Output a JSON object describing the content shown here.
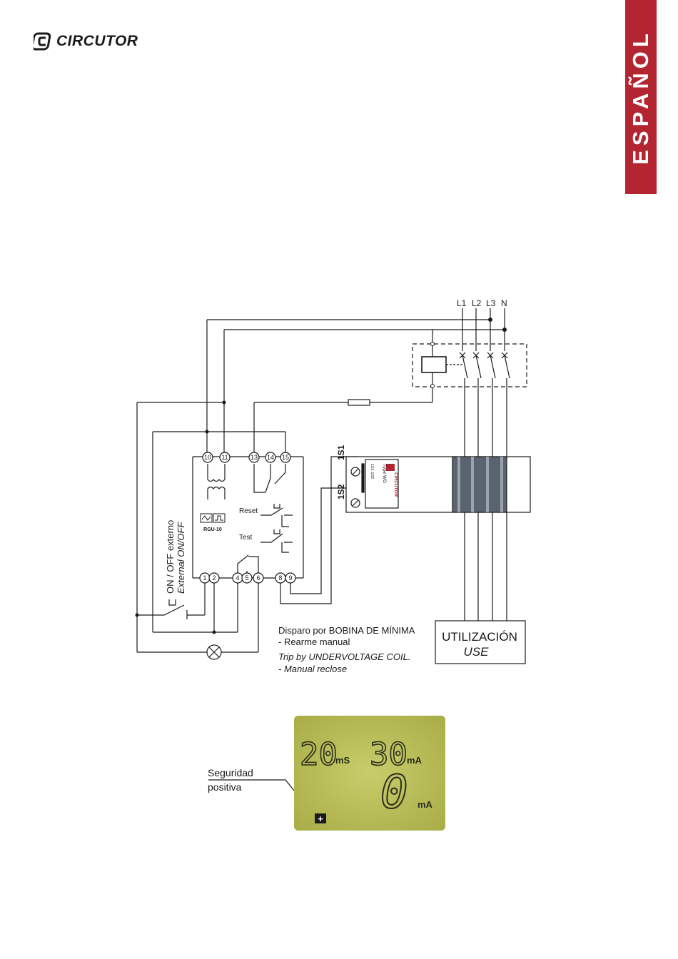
{
  "header": {
    "brand": "CIRCUTOR",
    "language_tab": "ESPAÑOL"
  },
  "diagram": {
    "lines": {
      "l1": "L1",
      "l2": "L2",
      "l3": "L3",
      "n": "N"
    },
    "terminals": {
      "t10": "10",
      "t11": "11",
      "t13": "13",
      "t14": "14",
      "t15": "15",
      "t1": "1",
      "t2": "2",
      "t4": "4",
      "t5": "5",
      "t6": "6",
      "t8": "8",
      "t9": "9"
    },
    "device_name": "RGU-10",
    "reset_label": "Reset",
    "test_label": "Test",
    "onoff_es": "ON / OFF externo",
    "onoff_en": "External ON/OFF",
    "coil_1s1": "1S1",
    "coil_1s2": "1S2",
    "transformer_brand": "CIRCUTOR",
    "transformer_type": "Type WG",
    "transformer_code": "1S1 1S2",
    "note_es_1": "Disparo por BOBINA DE MÍNIMA",
    "note_es_2": "- Rearme manual",
    "note_en_1": "Trip by UNDERVOLTAGE COIL.",
    "note_en_2": "- Manual reclose",
    "load_es": "UTILIZACIÓN",
    "load_en": "USE"
  },
  "display": {
    "time_value": "20",
    "time_unit": "mS",
    "current_setting": "30",
    "current_setting_unit": "mA",
    "measured_value": "0",
    "measured_unit": "mA",
    "positive_safety_symbol": "+",
    "callout_line1": "Seguridad",
    "callout_line2": "positiva"
  }
}
